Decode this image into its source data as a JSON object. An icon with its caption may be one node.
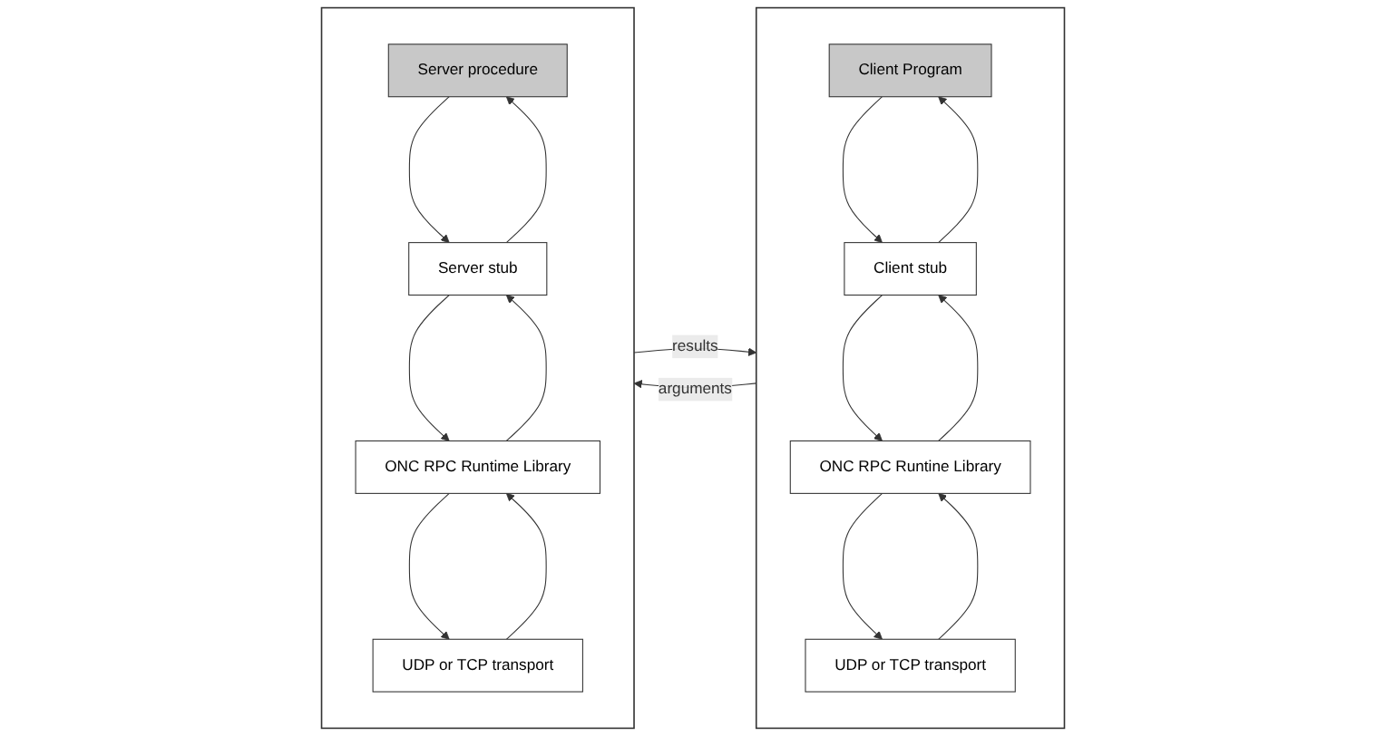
{
  "diagram": {
    "nodes": [
      {
        "text": [],
        "shape": "box"
      },
      {
        "text": [
          "Client Program"
        ],
        "in": 0
      },
      {
        "text": [
          "Client stub"
        ],
        "in": 0
      },
      {
        "text": [
          "ONC RPC Runtine Library"
        ],
        "in": 0
      },
      {
        "text": [
          "UDP or TCP transport"
        ],
        "in": 0
      },
      {
        "text": [],
        "shape": "box"
      },
      {
        "text": [
          "Server procedure"
        ],
        "in": 5
      },
      {
        "text": [
          "Server stub"
        ],
        "in": 5
      },
      {
        "text": [
          "ONC RPC Runtime Library"
        ],
        "in": 5
      },
      {
        "text": [
          "UDP or TCP transport"
        ],
        "in": 5
      }
    ],
    "edges": [
      {
        "from": 1,
        "to": 2,
        "arrow": "to"
      },
      {
        "from": 2,
        "to": 1,
        "arrow": "to"
      },
      {
        "from": 2,
        "to": 3,
        "arrow": "to"
      },
      {
        "from": 3,
        "to": 2,
        "arrow": "to"
      },
      {
        "from": 3,
        "to": 4,
        "arrow": "to"
      },
      {
        "from": 4,
        "to": 3,
        "arrow": "to"
      },
      {
        "from": 6,
        "to": 7,
        "arrow": "to"
      },
      {
        "from": 7,
        "to": 6,
        "arrow": "to"
      },
      {
        "from": 7,
        "to": 8,
        "arrow": "to"
      },
      {
        "from": 8,
        "to": 7,
        "arrow": "to"
      },
      {
        "from": 8,
        "to": 9,
        "arrow": "to"
      },
      {
        "from": 9,
        "to": 8,
        "arrow": "to"
      },
      {
        "from": 0,
        "to": 5,
        "arrow": "to",
        "label": "arguments"
      },
      {
        "from": 5,
        "to": 0,
        "arrow": "to",
        "label": "results"
      }
    ]
  }
}
